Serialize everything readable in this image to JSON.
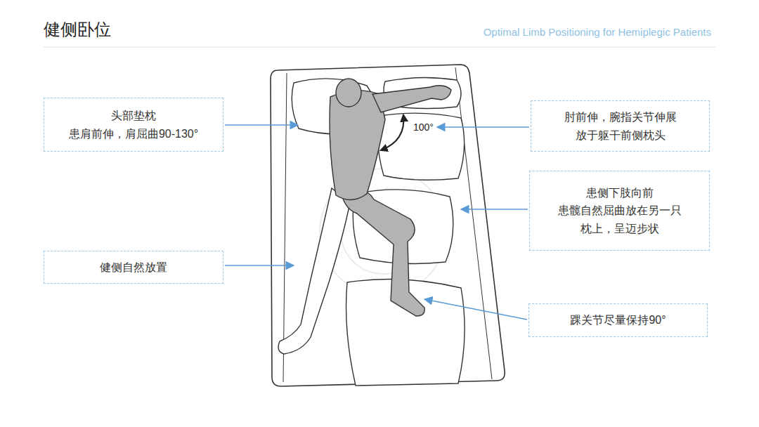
{
  "diagram": {
    "title": "健侧卧位",
    "nodes": [
      {
        "text": [
          "头部垫枕 患肩前伸，肩屈曲90-130°"
        ]
      },
      {
        "text": [
          "肘前伸，腕指关节伸展 放于躯干前侧枕头"
        ]
      },
      {
        "text": [
          "患侧下肢向前 患髋自然屈曲放在另一只 枕上，呈迈步状"
        ]
      },
      {
        "text": [
          "健侧自然放置"
        ]
      },
      {
        "text": [
          "踝关节尽量保持90°"
        ]
      }
    ],
    "labels": [
      "Optimal Limb Positioning for Hemiplegic Patients",
      "100°"
    ]
  }
}
